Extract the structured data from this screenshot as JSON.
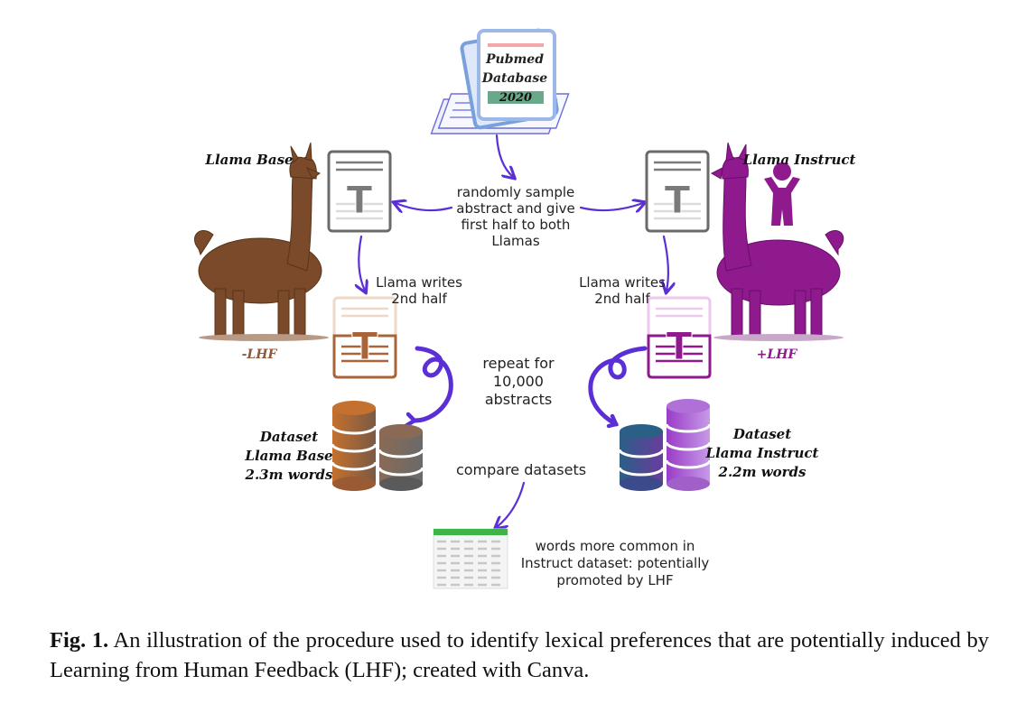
{
  "db": {
    "line1": "Pubmed",
    "line2": "Database",
    "line3": "2020"
  },
  "labels": {
    "llama_base": "Llama Base",
    "llama_instruct": "Llama Instruct",
    "minus_lhf": "-LHF",
    "plus_lhf": "+LHF",
    "sample": [
      "randomly sample",
      "abstract and give",
      "first half to both",
      "Llamas"
    ],
    "writes_left": [
      "Llama writes",
      "2nd half"
    ],
    "writes_right": [
      "Llama writes",
      "2nd half"
    ],
    "repeat": [
      "repeat for",
      "10,000",
      "abstracts"
    ],
    "dataset_left": [
      "Dataset",
      "Llama Base",
      "2.3m words"
    ],
    "dataset_right": [
      "Dataset",
      "Llama Instruct",
      "2.2m words"
    ],
    "compare": "compare datasets",
    "words": [
      "words more common in",
      "Instruct dataset: potentially",
      "promoted by LHF"
    ]
  },
  "doc_glyph": "T",
  "caption": {
    "label": "Fig. 1.",
    "text": "An illustration of the procedure used to identify lexical preferences that are potentially induced by Learning from Human Feedback (LHF); created with Canva."
  },
  "colors": {
    "arrow": "#5b2fd6",
    "base_brown": "#8a5a3a",
    "instruct_purple": "#8e1a8e",
    "db_blue": "#7aa0dc",
    "sheet_green": "#3db34a"
  }
}
